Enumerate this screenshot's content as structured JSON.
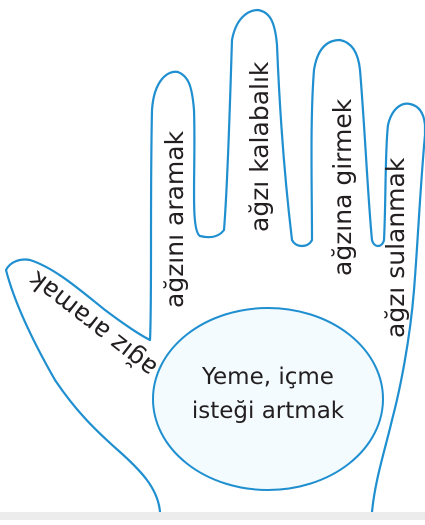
{
  "hand": {
    "outline_color": "#1f8fd0",
    "circle_fill": "#f4fbff",
    "fingers": [
      {
        "id": "thumb",
        "label": "ağız aramak"
      },
      {
        "id": "index",
        "label": "ağzını aramak"
      },
      {
        "id": "middle",
        "label": "ağzı kalabalık"
      },
      {
        "id": "ring",
        "label": "ağzına girmek"
      },
      {
        "id": "little",
        "label": "ağzı sulanmak"
      }
    ],
    "center": {
      "line1": "Yeme, içme",
      "line2": "isteği artmak"
    }
  }
}
